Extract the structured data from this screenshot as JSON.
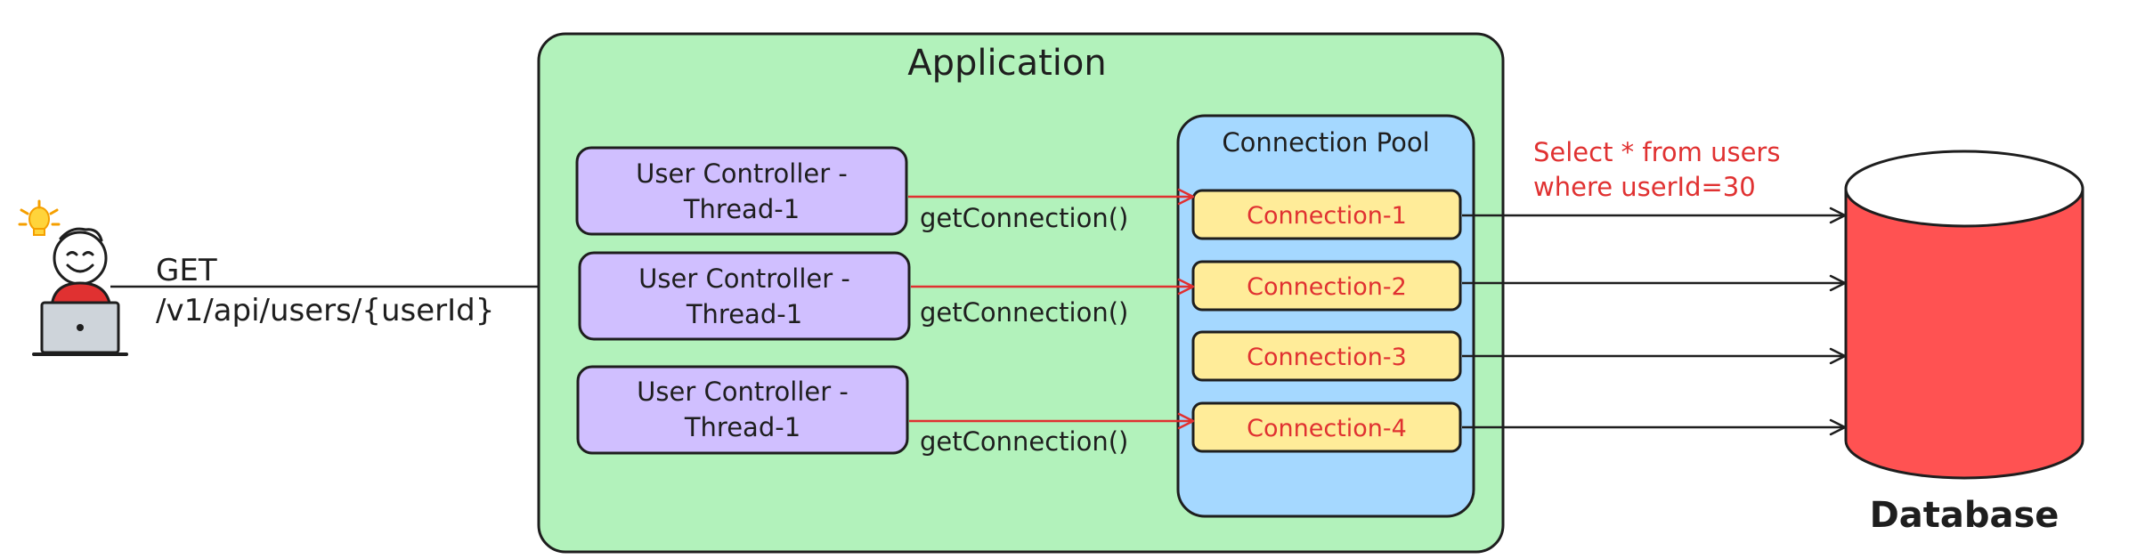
{
  "colors": {
    "application_fill": "#b2f2bb",
    "controller_fill": "#d0bfff",
    "pool_fill": "#a5d8ff",
    "connection_fill": "#ffec99",
    "connection_text": "#e03131",
    "red_arrow": "#e03131",
    "database_fill": "#ff5252",
    "stroke": "#1e1e1e",
    "sql_text": "#e03131"
  },
  "client": {
    "icon": "user-laptop-icon",
    "bulb_icon": "lightbulb-icon"
  },
  "request": {
    "method": "GET",
    "path": "/v1/api/users/{userId}"
  },
  "application": {
    "title": "Application"
  },
  "controllers": [
    {
      "line1": "User Controller -",
      "line2": "Thread-1"
    },
    {
      "line1": "User Controller -",
      "line2": "Thread-1"
    },
    {
      "line1": "User Controller -",
      "line2": "Thread-1"
    }
  ],
  "get_connection_labels": [
    "getConnection()",
    "getConnection()",
    "getConnection()"
  ],
  "pool": {
    "title": "Connection Pool",
    "connections": [
      "Connection-1",
      "Connection-2",
      "Connection-3",
      "Connection-4"
    ]
  },
  "query": {
    "line1": "Select * from users",
    "line2": "where userId=30"
  },
  "database": {
    "label": "Database"
  }
}
